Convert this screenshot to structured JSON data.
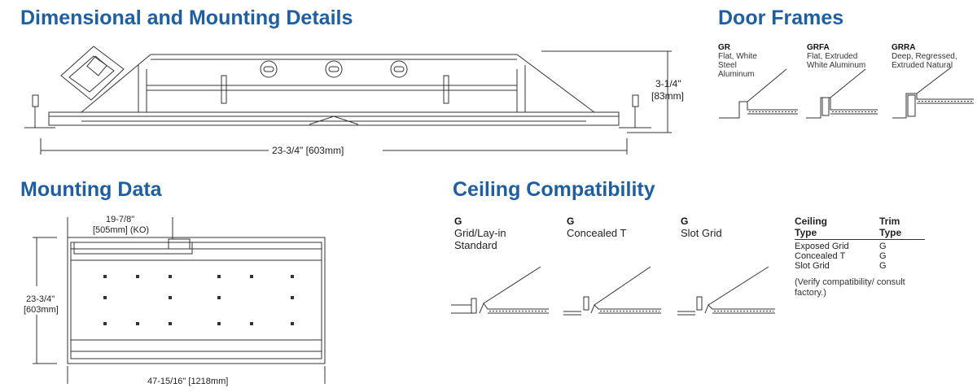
{
  "sections": {
    "dimensional": {
      "title": "Dimensional and Mounting Details",
      "width_label": "23-3/4\" [603mm]",
      "height_label_1": "3-1/4\"",
      "height_label_2": "[83mm]"
    },
    "door_frames": {
      "title": "Door Frames",
      "frames": [
        {
          "code": "GR",
          "lines": [
            "Flat, White",
            "Steel",
            "Aluminum"
          ]
        },
        {
          "code": "GRFA",
          "lines": [
            "Flat, Extruded",
            "White Aluminum"
          ]
        },
        {
          "code": "GRRA",
          "lines": [
            "Deep, Regressed,",
            "Extruded Natural"
          ]
        }
      ]
    },
    "mounting": {
      "title": "Mounting Data",
      "ko_label_1": "19-7/8\"",
      "ko_label_2": "[505mm] (KO)",
      "height_label_1": "23-3/4\"",
      "height_label_2": "[603mm]",
      "width_label": "47-15/16\" [1218mm]"
    },
    "ceiling": {
      "title": "Ceiling Compatibility",
      "types": [
        {
          "code": "G",
          "lines": [
            "Grid/Lay-in",
            "Standard"
          ]
        },
        {
          "code": "G",
          "lines": [
            "Concealed T"
          ]
        },
        {
          "code": "G",
          "lines": [
            "Slot Grid"
          ]
        }
      ],
      "table": {
        "col1_header": [
          "Ceiling",
          "Type"
        ],
        "col2_header": [
          "Trim",
          "Type"
        ],
        "rows": [
          {
            "ceiling": "Exposed Grid",
            "trim": "G"
          },
          {
            "ceiling": "Concealed T",
            "trim": "G"
          },
          {
            "ceiling": "Slot Grid",
            "trim": "G"
          }
        ],
        "note_1": "(Verify compatibility/ consult",
        "note_2": "factory.)"
      }
    }
  },
  "colors": {
    "heading": "#1f5fa0",
    "line": "#333333"
  }
}
